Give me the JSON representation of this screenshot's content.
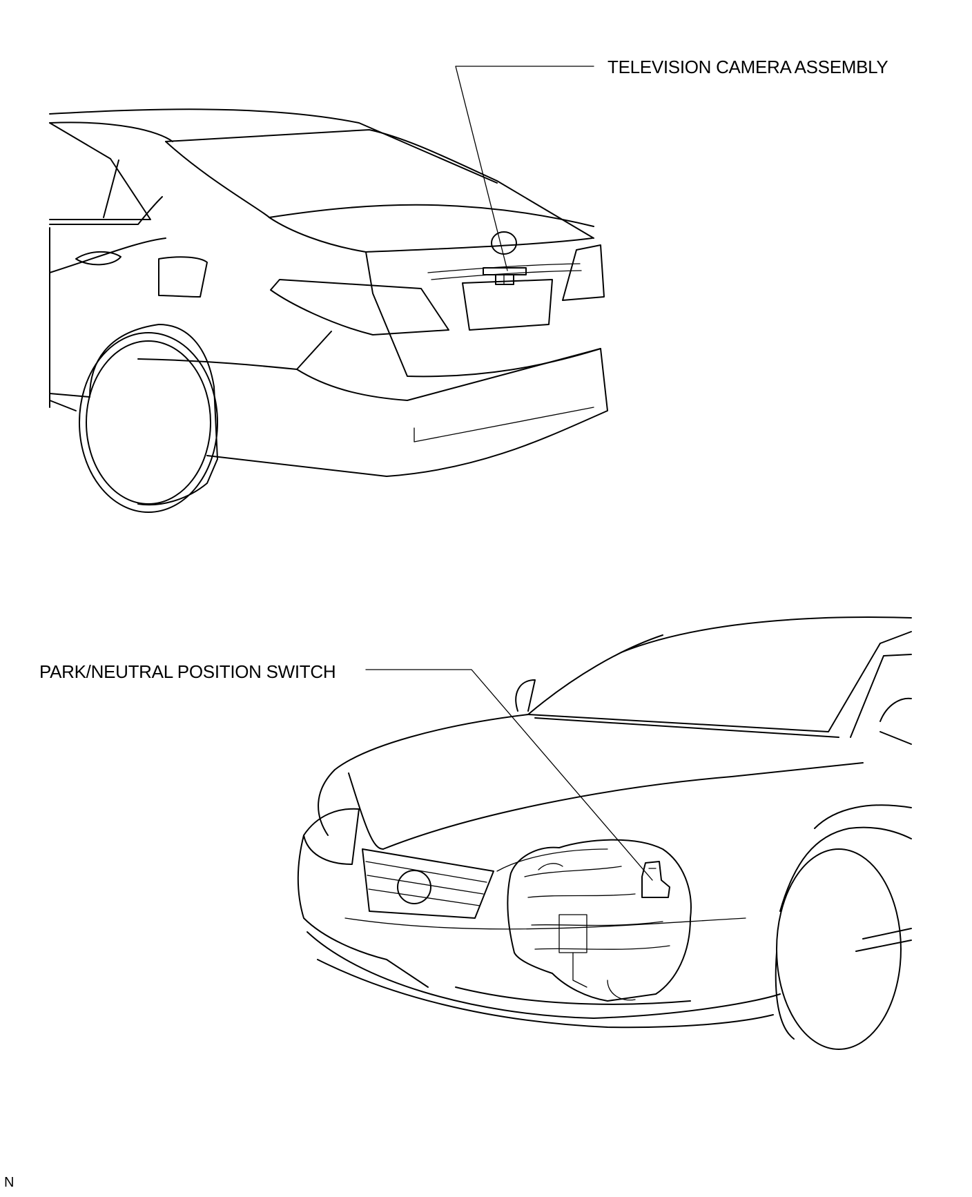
{
  "callouts": {
    "camera": "TELEVISION CAMERA ASSEMBLY",
    "park_switch": "PARK/NEUTRAL POSITION SWITCH"
  },
  "figure_code": "N",
  "colors": {
    "ink": "#000000",
    "background": "#ffffff"
  }
}
